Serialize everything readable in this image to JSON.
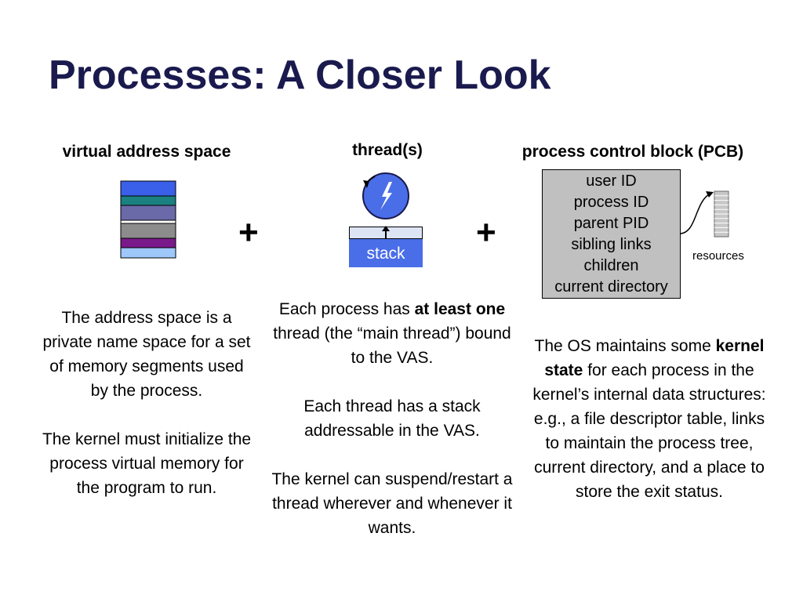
{
  "slide": {
    "title": "Processes: A Closer Look",
    "plus_sign": "+"
  },
  "vas": {
    "header": "virtual address space",
    "segment_colors": [
      "#3a5fe8",
      "#1a8080",
      "#6a6aa8",
      "#ffffff",
      "#8c8c8c",
      "#7a1a8a",
      "#9ec8fa"
    ],
    "paragraphs": [
      "The address space is a private name space for a set of memory segments used by the process.",
      "The kernel must initialize the process virtual memory for the program to run."
    ]
  },
  "thread": {
    "header": "thread(s)",
    "stack_label": "stack",
    "icon_color": "#4a6ee8",
    "p1_pre": "Each process has ",
    "p1_bold": "at least one",
    "p1_post": " thread (the “main thread”) bound to the VAS.",
    "p2": "Each thread has a stack addressable in the VAS.",
    "p3": "The kernel can suspend/restart a thread wherever and whenever it wants."
  },
  "pcb": {
    "header": "process control block (PCB)",
    "fields": [
      "user ID",
      "process ID",
      "parent PID",
      "sibling links",
      "children",
      "current directory"
    ],
    "resources_label": "resources",
    "box_color": "#c0c0c0",
    "p_pre": "The OS maintains some ",
    "p_bold": "kernel state",
    "p_post": " for each process in the kernel’s internal data structures: e.g., a file descriptor table, links to maintain the process tree, current directory, and a place to store the exit status."
  }
}
